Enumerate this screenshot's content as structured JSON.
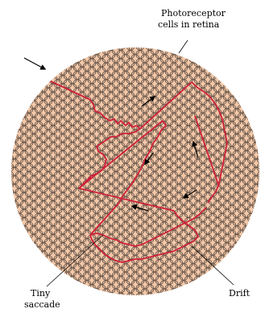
{
  "labels": {
    "photoreceptor_line1": "Photoreceptor",
    "photoreceptor_line2": "cells in retina",
    "saccade_line1": "Tiny",
    "saccade_line2": "saccade",
    "drift": "Drift"
  },
  "colors": {
    "background": "#ffffff",
    "retina_fill": "#f3c8a8",
    "cell_stroke": "#5a4a40",
    "path_red": "#d0203a",
    "arrow_black": "#000000"
  }
}
